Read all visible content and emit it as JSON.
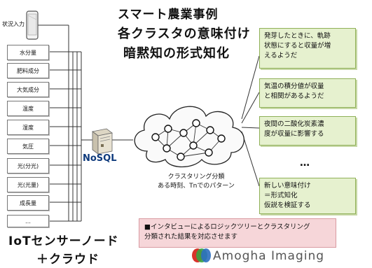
{
  "title": "スマート農業事例",
  "heading_line1": "各クラスタの意味付け",
  "heading_line2": "暗黙知の形式知化",
  "phone_label": "状況入力",
  "sensors": [
    "水分量",
    "肥料成分",
    "大気成分",
    "温度",
    "湿度",
    "気圧",
    "光(分光)",
    "光(光量)",
    "成長量",
    "…"
  ],
  "nosql_label": "NoSQL",
  "cloud_caption_line1": "クラスタリング分類",
  "cloud_caption_line2": "ある時刻、Tnでのパターン",
  "insights": [
    {
      "lines": [
        "発芽したときに、軌跡",
        "状態にすると収量が増",
        "えるようだ"
      ]
    },
    {
      "lines": [
        "気温の積分値が収量",
        "と相関があるようだ"
      ]
    },
    {
      "lines": [
        "夜間の二酸化炭素濃",
        "度が収量に影響する"
      ]
    },
    {
      "lines": [
        "新しい意味付け",
        "＝形式知化",
        "仮説を検証する"
      ]
    }
  ],
  "ellipsis": "…",
  "bottom_left_line1": "IoTセンサーノード",
  "bottom_left_line2": "＋クラウド",
  "note_line1": "■インタビューによるロジックツリーとクラスタリング",
  "note_line2": "分類された結果を対応させます",
  "logo_text": "Amogha Imaging",
  "colors": {
    "green_box": "#e6f1cf",
    "pink_box": "#f6d6d9",
    "nosql_text": "#0e3a7c",
    "logo_red": "#d9332b",
    "logo_green": "#3aa340",
    "logo_blue": "#2c6fc0"
  }
}
